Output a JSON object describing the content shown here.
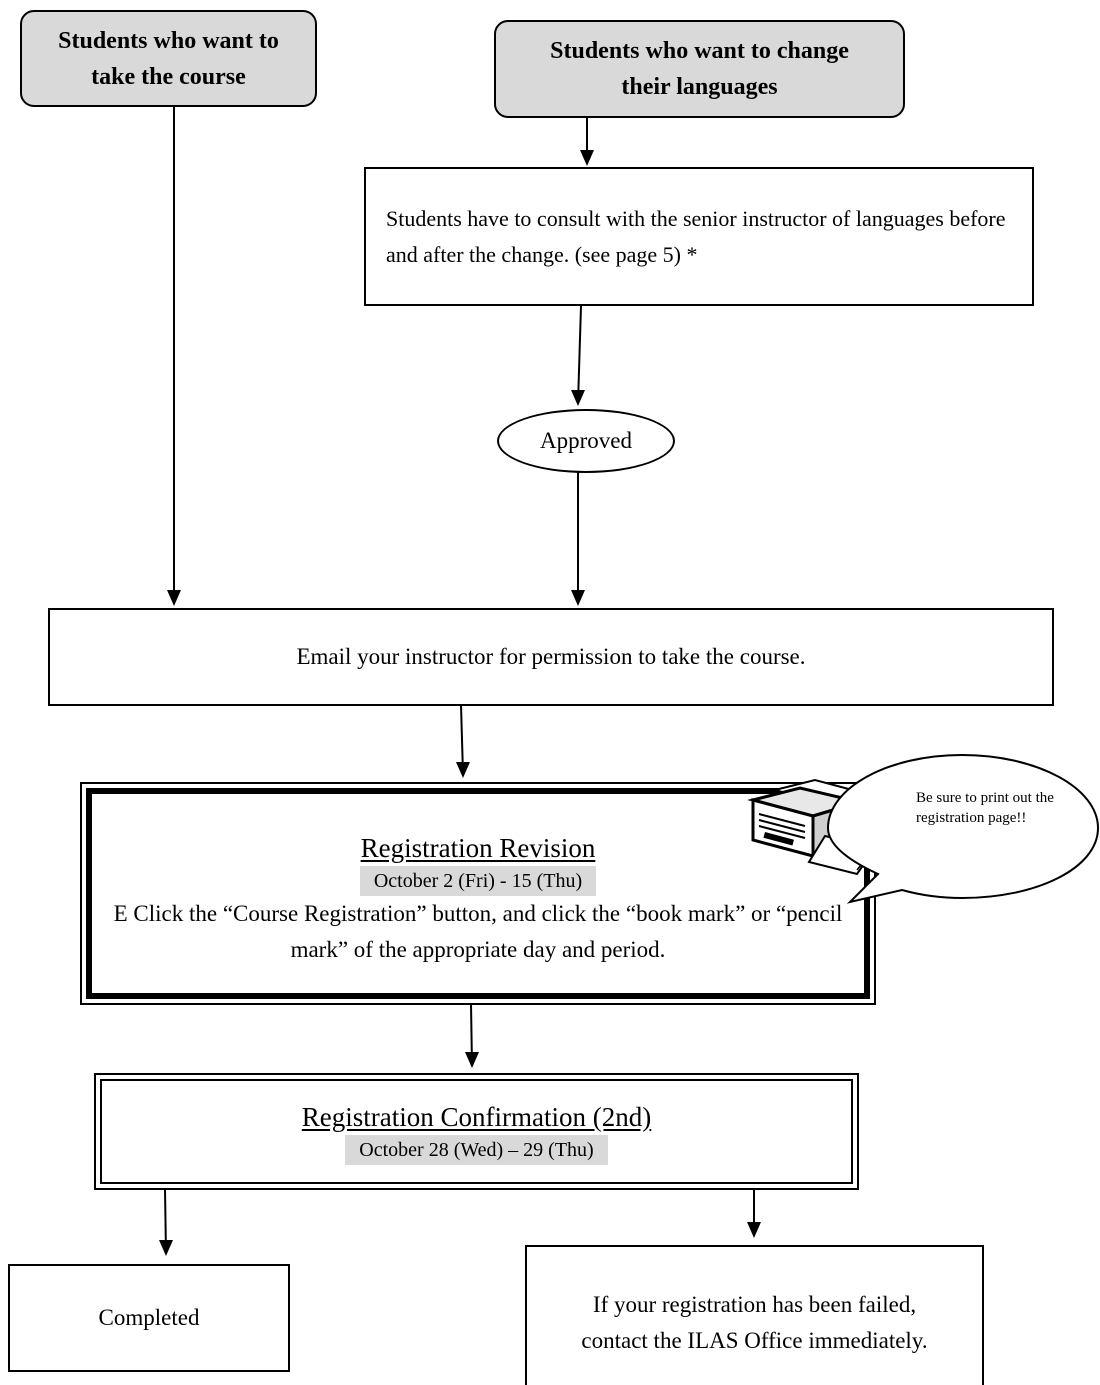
{
  "nodes": {
    "take_course": "Students who want to take the course",
    "change_languages": "Students who want to change their languages",
    "consult": "Students have to consult with the senior instructor of languages before and after the change. (see page 5) *",
    "approved": "Approved",
    "email": "Email your instructor for permission to take the course.",
    "revision": {
      "title": "Registration Revision",
      "dates": "October 2 (Fri) - 15 (Thu)",
      "body": "E Click the “Course Registration” button, and click the “book mark” or “pencil mark” of the appropriate day and period."
    },
    "confirmation": {
      "title": "Registration Confirmation (2nd)",
      "dates": "October 28 (Wed) – 29 (Thu)"
    },
    "completed": "Completed",
    "failed": "If your registration has been failed, contact the ILAS Office immediately."
  },
  "callout": "Be sure to print out the registration page!!",
  "icons": {
    "printer": "printer-icon"
  }
}
